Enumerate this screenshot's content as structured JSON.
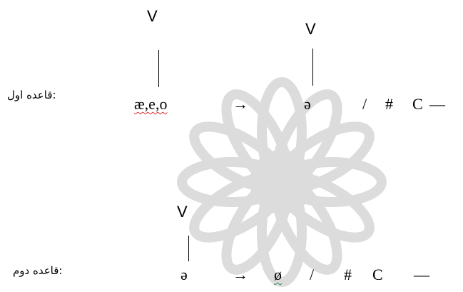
{
  "rule1": {
    "label": ":قاعده اول",
    "v_left": "V",
    "v_right": "V",
    "input": "æ,e,o",
    "arrow": "→",
    "output": "ə",
    "slash": "/",
    "hash": "#",
    "consonant": "C",
    "dash": "—"
  },
  "rule2": {
    "label": ":قاعده دوم",
    "v": "V",
    "input": "ə",
    "arrow": "→",
    "output": "ø",
    "slash": "/",
    "hash": "#",
    "consonant": "C",
    "dash": "—"
  },
  "colors": {
    "watermark": "#d9d9d9",
    "spellcheck": "#e03030"
  }
}
